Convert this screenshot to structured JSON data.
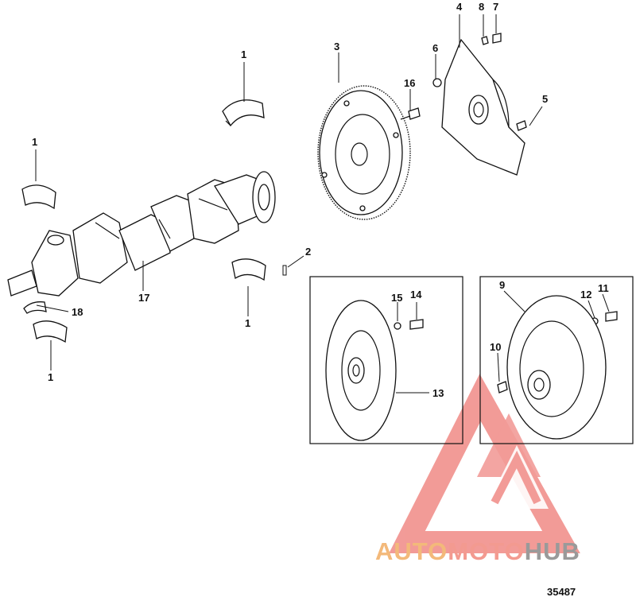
{
  "callouts": [
    {
      "id": "c1a",
      "text": "1"
    },
    {
      "id": "c1b",
      "text": "1"
    },
    {
      "id": "c1c",
      "text": "1"
    },
    {
      "id": "c1d",
      "text": "1"
    },
    {
      "id": "c2",
      "text": "2"
    },
    {
      "id": "c3",
      "text": "3"
    },
    {
      "id": "c4",
      "text": "4"
    },
    {
      "id": "c5",
      "text": "5"
    },
    {
      "id": "c6",
      "text": "6"
    },
    {
      "id": "c7",
      "text": "7"
    },
    {
      "id": "c8",
      "text": "8"
    },
    {
      "id": "c9",
      "text": "9"
    },
    {
      "id": "c10",
      "text": "10"
    },
    {
      "id": "c11",
      "text": "11"
    },
    {
      "id": "c12",
      "text": "12"
    },
    {
      "id": "c13",
      "text": "13"
    },
    {
      "id": "c14",
      "text": "14"
    },
    {
      "id": "c15",
      "text": "15"
    },
    {
      "id": "c16",
      "text": "16"
    },
    {
      "id": "c17",
      "text": "17"
    },
    {
      "id": "c18",
      "text": "18"
    }
  ],
  "figure_number": "35487",
  "watermark": {
    "part1": "AUTO",
    "part2": "MOTO",
    "part3": "HUB",
    "colors": {
      "auto": "#f3b97a",
      "moto": "#f39a90",
      "hub": "#9a9a9a",
      "logo": "#f08a86"
    }
  }
}
